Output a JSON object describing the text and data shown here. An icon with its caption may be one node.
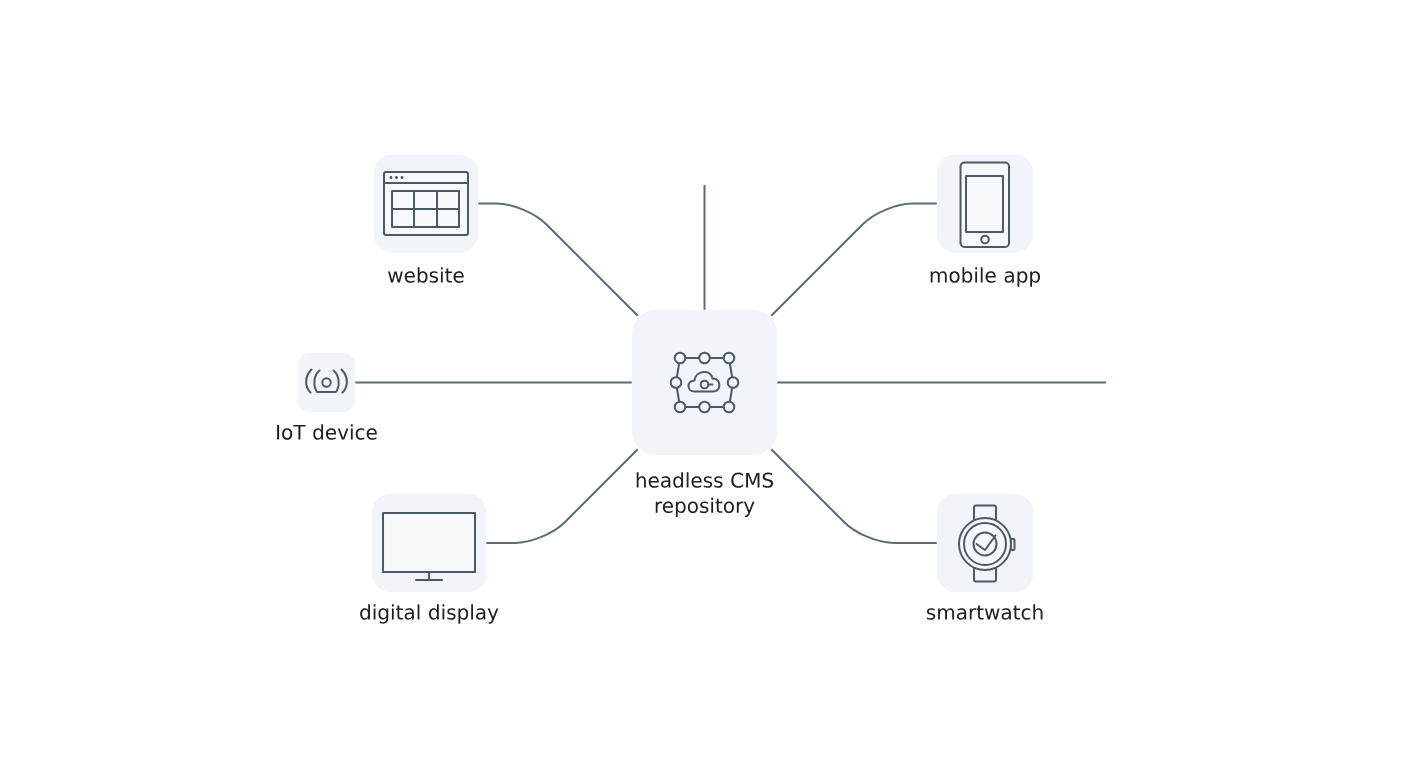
{
  "diagram": {
    "nodes": [
      {
        "text": [
          "headless CMS repository"
        ]
      },
      {
        "text": [
          "website"
        ]
      },
      {
        "text": [
          "mobile app"
        ]
      },
      {
        "text": [
          "IoT device"
        ]
      },
      {
        "text": [
          "digital display"
        ]
      },
      {
        "text": [
          "smartwatch"
        ]
      }
    ],
    "edges": [
      {
        "from": 0,
        "to": 1,
        "arrow": "none"
      },
      {
        "from": 0,
        "to": 2,
        "arrow": "none"
      },
      {
        "from": 0,
        "to": 3,
        "arrow": "none"
      },
      {
        "from": 0,
        "to": 4,
        "arrow": "none"
      },
      {
        "from": 0,
        "to": 5,
        "arrow": "none"
      },
      {
        "from": 0,
        "to": null,
        "arrow": "none"
      },
      {
        "from": 0,
        "to": null,
        "arrow": "none"
      }
    ]
  }
}
